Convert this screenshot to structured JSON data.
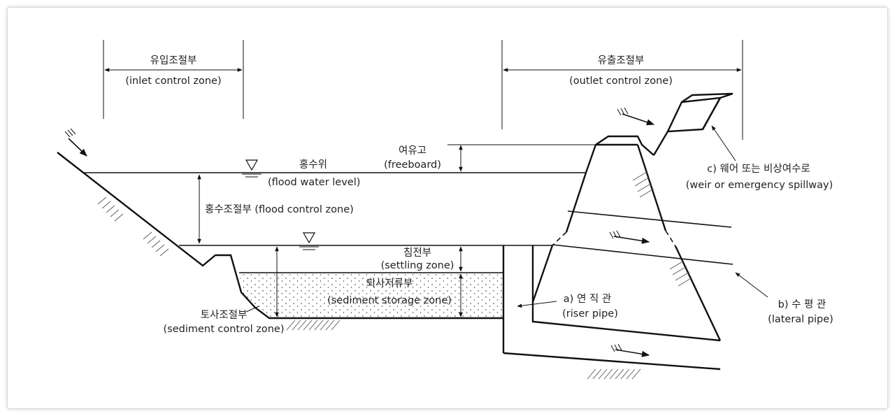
{
  "labels": {
    "inlet_ko": "유입조절부",
    "inlet_en": "(inlet control zone)",
    "outlet_ko": "유출조절부",
    "outlet_en": "(outlet control zone)",
    "freeboard_ko": "여유고",
    "freeboard_en": "(freeboard)",
    "flood_level_ko": "홍수위",
    "flood_level_en": "(flood water level)",
    "flood_zone": "홍수조절부 (flood control zone)",
    "settling_ko": "침전부",
    "settling_en": "(settling zone)",
    "storage_ko": "퇴사저류부",
    "storage_en": "(sediment storage zone)",
    "sediment_ko": "토사조절부",
    "sediment_en": "(sediment control zone)",
    "riser_ko": "a) 연 직 관",
    "riser_en": "(riser pipe)",
    "lateral_ko": "b) 수 평 관",
    "lateral_en": "(lateral pipe)",
    "weir_ko": "c) 웨어 또는 비상여수로",
    "weir_en": "(weir or emergency spillway)"
  }
}
